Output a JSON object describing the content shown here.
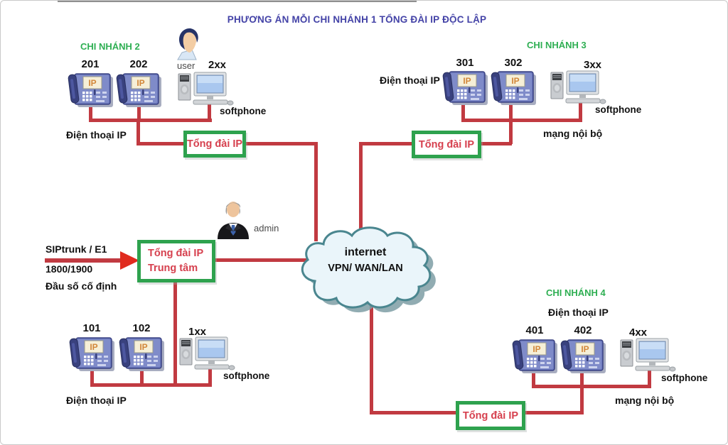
{
  "title": "PHƯƠNG ÁN MỖI CHI NHÁNH 1 TỔNG ĐÀI IP ĐỘC LẬP",
  "cloud": {
    "line1": "internet",
    "line2": "VPN/ WAN/LAN"
  },
  "hq": {
    "trunk_label": "SIPtrunk / E1",
    "trunk_numbers": "1800/1900",
    "trunk_fixed": "Đầu số cố định",
    "pbx_line1": "Tổng đài IP",
    "pbx_line2": "Trung tâm",
    "admin_label": "admin",
    "phone1": "101",
    "phone2": "102",
    "ext": "1xx",
    "softphone_label": "softphone",
    "phones_label": "Điện thoại IP"
  },
  "branch2": {
    "name": "CHI NHÁNH 2",
    "phone1": "201",
    "phone2": "202",
    "user_label": "user",
    "ext": "2xx",
    "softphone_label": "softphone",
    "phones_label": "Điện thoại IP",
    "pbx_label": "Tổng đài IP"
  },
  "branch3": {
    "name": "CHI NHÁNH 3",
    "phones_label": "Điện thoại IP",
    "phone1": "301",
    "phone2": "302",
    "ext": "3xx",
    "softphone_label": "softphone",
    "lan_label": "mạng nội bộ",
    "pbx_label": "Tổng đài IP"
  },
  "branch4": {
    "name": "CHI NHÁNH 4",
    "phones_label": "Điện thoại IP",
    "phone1": "401",
    "phone2": "402",
    "ext": "4xx",
    "softphone_label": "softphone",
    "lan_label": "mạng nội bộ",
    "pbx_label": "Tổng đài IP"
  },
  "colors": {
    "line_red": "#C13A41",
    "arrow_red": "#E02B1E",
    "box_border_green": "#2EA24E",
    "pbx_text_red": "#D6404E",
    "branch_name_green": "#2FAF53",
    "title_blue": "#4443A7",
    "cloud_border_teal": "#4A868F",
    "cloud_fill": "#EAF5FA"
  }
}
